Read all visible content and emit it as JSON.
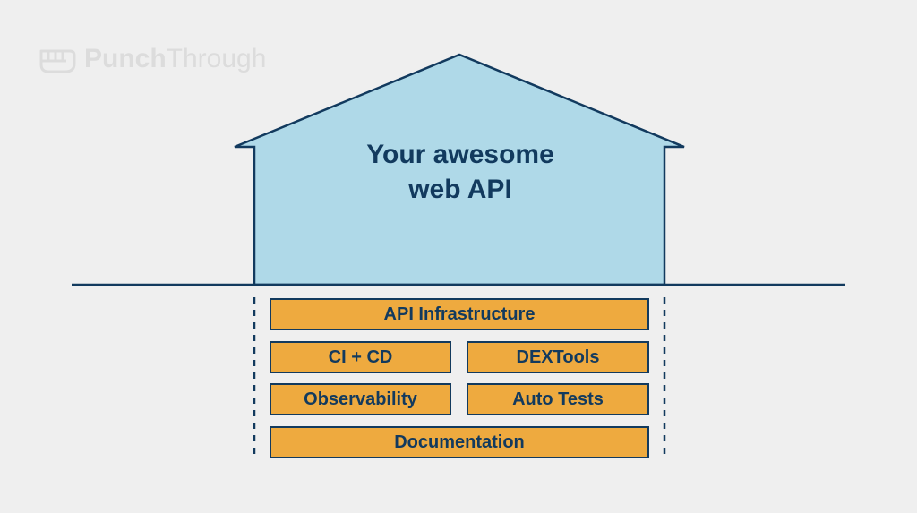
{
  "logo": {
    "word_bold": "Punch",
    "word_light": "Through"
  },
  "house": {
    "line1": "Your awesome",
    "line2": "web API"
  },
  "foundation": {
    "blocks": [
      "API Infrastructure",
      "CI + CD",
      "DEXTools",
      "Observability",
      "Auto Tests",
      "Documentation"
    ]
  },
  "colors": {
    "background": "#efefef",
    "navy": "#123a5e",
    "house_fill": "#afd9e8",
    "block_fill": "#eeaa3f",
    "logo": "#dcdcdc"
  }
}
